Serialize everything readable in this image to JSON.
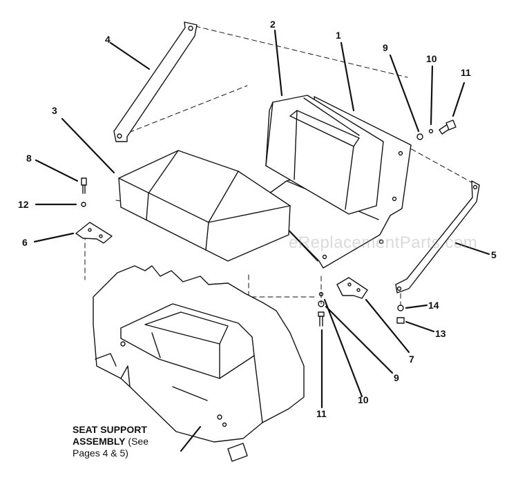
{
  "watermark": "eReplacementParts.com",
  "caption": {
    "line1": "SEAT SUPPORT",
    "line2_bold": "ASSEMBLY",
    "line2_rest": " (See",
    "line3": "Pages 4 & 5)"
  },
  "callouts": {
    "c1": "1",
    "c2": "2",
    "c3": "3",
    "c4": "4",
    "c5": "5",
    "c6": "6",
    "c7": "7",
    "c8": "8",
    "c9a": "9",
    "c9b": "9",
    "c10a": "10",
    "c10b": "10",
    "c11a": "11",
    "c11b": "11",
    "c12": "12",
    "c13": "13",
    "c14": "14"
  }
}
